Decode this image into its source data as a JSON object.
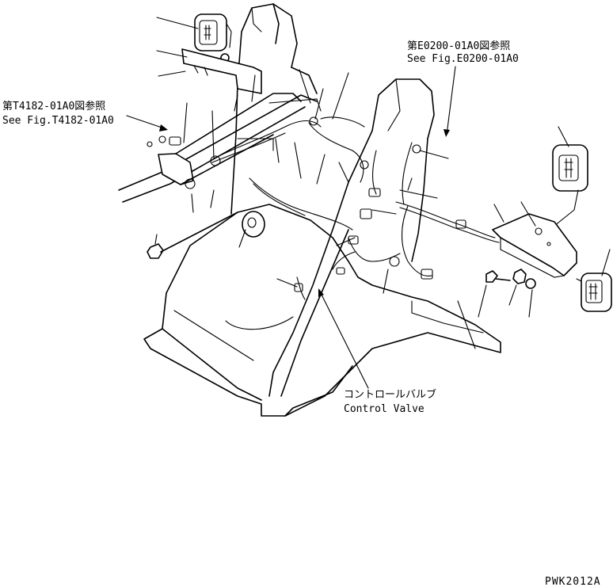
{
  "callouts": {
    "e0200_jp": "第E0200-01A0図参照",
    "e0200_en": "See Fig.E0200-01A0",
    "t4182_jp": "第T4182-01A0図参照",
    "t4182_en": "See Fig.T4182-01A0",
    "valve_jp": "コントロールバルブ",
    "valve_en": "Control Valve"
  },
  "drawing_code": "PWK2012A"
}
